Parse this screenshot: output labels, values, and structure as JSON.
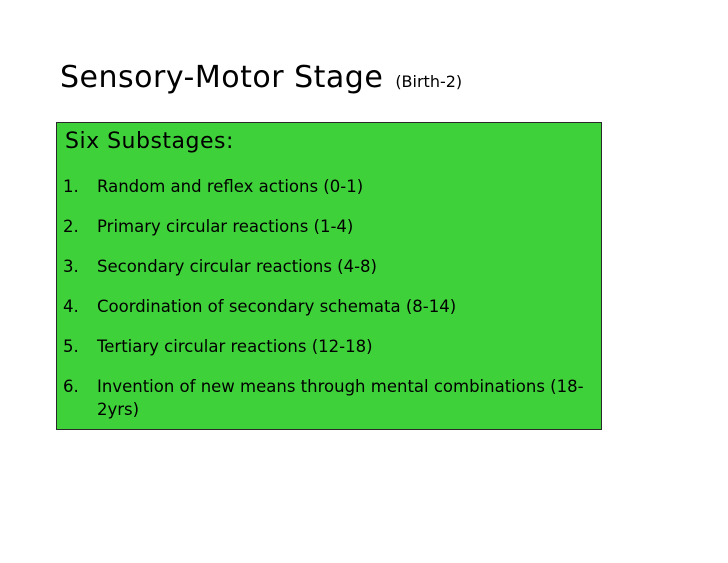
{
  "slide": {
    "title": "Sensory-Motor Stage",
    "subtitle": "(Birth-2)",
    "box_color": "#3fd13a",
    "heading": "Six Substages:",
    "items": [
      {
        "num": "1.",
        "text": "Random and reflex actions (0-1)"
      },
      {
        "num": "2.",
        "text": "Primary circular reactions (1-4)"
      },
      {
        "num": "3.",
        "text": "Secondary circular reactions (4-8)"
      },
      {
        "num": "4.",
        "text": "Coordination of secondary schemata (8-14)"
      },
      {
        "num": "5.",
        "text": "Tertiary circular reactions (12-18)"
      },
      {
        "num": "6.",
        "text": "Invention of new means through mental combinations (18-2yrs)"
      }
    ]
  }
}
